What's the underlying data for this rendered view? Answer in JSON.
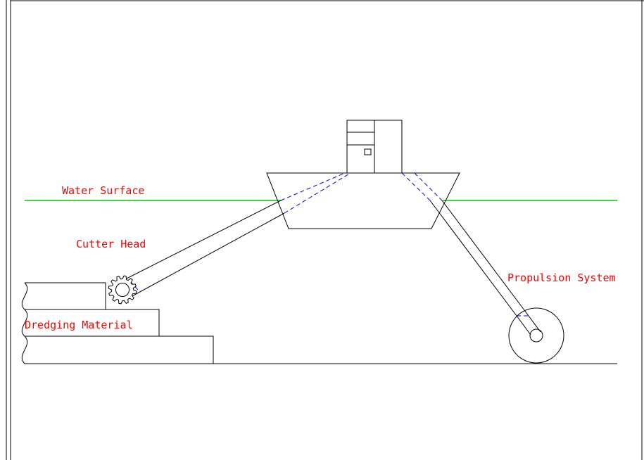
{
  "labels": {
    "water_surface": "Water Surface",
    "cutter_head": "Cutter Head",
    "dredging_material": "Dredging Material",
    "propulsion_system": "Propulsion System"
  },
  "colors": {
    "label": "#ff0000",
    "water_line": "#00cc00",
    "hidden_lines": "#0000ff",
    "outline": "#000000",
    "background": "#ffffff"
  }
}
